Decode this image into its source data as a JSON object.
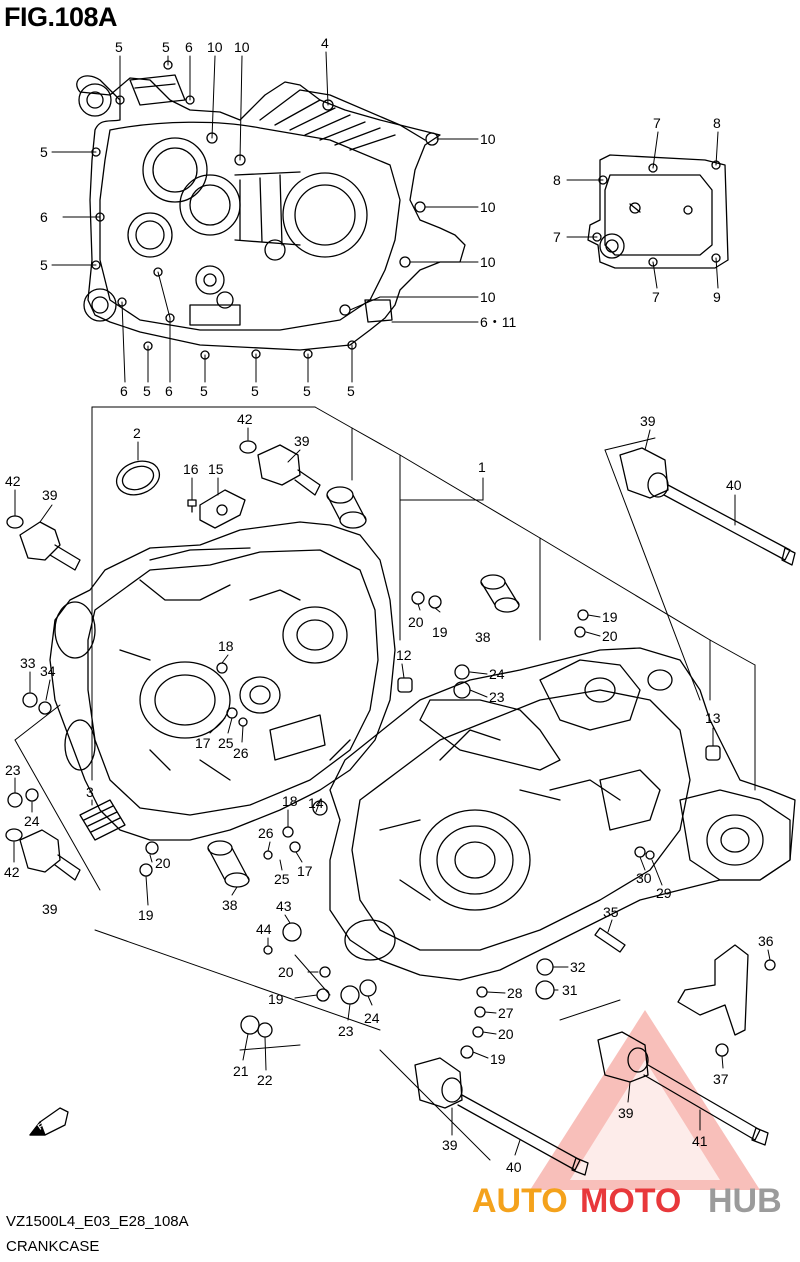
{
  "figure": {
    "title": "FIG.108A",
    "code": "VZ1500L4_E03_E28_108A",
    "name": "CRANKCASE"
  },
  "direction_marker": {
    "label": "FWD",
    "icon": "forward-arrow-icon"
  },
  "watermark": {
    "text_left": "AUTO",
    "text_mid": "MOTO",
    "text_right": "HUB",
    "color_orange": "#f4a21c",
    "color_red": "#e8383b",
    "color_gray": "#9b9b9b"
  },
  "top_callouts": [
    {
      "id": "c5a",
      "label": "5"
    },
    {
      "id": "c5b",
      "label": "5"
    },
    {
      "id": "c6a",
      "label": "6"
    },
    {
      "id": "c10a",
      "label": "10"
    },
    {
      "id": "c10b",
      "label": "10"
    },
    {
      "id": "c4",
      "label": "4"
    },
    {
      "id": "c5c",
      "label": "5"
    },
    {
      "id": "c6b",
      "label": "6"
    },
    {
      "id": "c5d",
      "label": "5"
    },
    {
      "id": "c10c",
      "label": "10"
    },
    {
      "id": "c10d",
      "label": "10"
    },
    {
      "id": "c10e",
      "label": "10"
    },
    {
      "id": "c10f",
      "label": "10"
    },
    {
      "id": "c611",
      "label": "6・11"
    },
    {
      "id": "c6c",
      "label": "6"
    },
    {
      "id": "c5e",
      "label": "5"
    },
    {
      "id": "c6d",
      "label": "6"
    },
    {
      "id": "c5f",
      "label": "5"
    },
    {
      "id": "c5g",
      "label": "5"
    },
    {
      "id": "c5h",
      "label": "5"
    },
    {
      "id": "c5i",
      "label": "5"
    }
  ],
  "cover_callouts": [
    {
      "id": "c7a",
      "label": "7"
    },
    {
      "id": "c8a",
      "label": "8"
    },
    {
      "id": "c8b",
      "label": "8"
    },
    {
      "id": "c7b",
      "label": "7"
    },
    {
      "id": "c7c",
      "label": "7"
    },
    {
      "id": "c9",
      "label": "9"
    }
  ],
  "main_callouts": [
    {
      "id": "m2",
      "label": "2"
    },
    {
      "id": "m42a",
      "label": "42"
    },
    {
      "id": "m39a",
      "label": "39"
    },
    {
      "id": "m1",
      "label": "1"
    },
    {
      "id": "m39b",
      "label": "39"
    },
    {
      "id": "m16",
      "label": "16"
    },
    {
      "id": "m15",
      "label": "15"
    },
    {
      "id": "m42b",
      "label": "42"
    },
    {
      "id": "m39c",
      "label": "39"
    },
    {
      "id": "m40a",
      "label": "40"
    },
    {
      "id": "m20a",
      "label": "20"
    },
    {
      "id": "m19a",
      "label": "19"
    },
    {
      "id": "m19b",
      "label": "19"
    },
    {
      "id": "m20b",
      "label": "20"
    },
    {
      "id": "m38a",
      "label": "38"
    },
    {
      "id": "m33",
      "label": "33"
    },
    {
      "id": "m34",
      "label": "34"
    },
    {
      "id": "m18a",
      "label": "18"
    },
    {
      "id": "m12",
      "label": "12"
    },
    {
      "id": "m24a",
      "label": "24"
    },
    {
      "id": "m23a",
      "label": "23"
    },
    {
      "id": "m13",
      "label": "13"
    },
    {
      "id": "m17a",
      "label": "17"
    },
    {
      "id": "m25a",
      "label": "25"
    },
    {
      "id": "m26a",
      "label": "26"
    },
    {
      "id": "m23b",
      "label": "23"
    },
    {
      "id": "m24b",
      "label": "24"
    },
    {
      "id": "m3",
      "label": "3"
    },
    {
      "id": "m18b",
      "label": "18"
    },
    {
      "id": "m14",
      "label": "14"
    },
    {
      "id": "m26b",
      "label": "26"
    },
    {
      "id": "m17b",
      "label": "17"
    },
    {
      "id": "m25b",
      "label": "25"
    },
    {
      "id": "m42c",
      "label": "42"
    },
    {
      "id": "m20c",
      "label": "20"
    },
    {
      "id": "m39d",
      "label": "39"
    },
    {
      "id": "m19c",
      "label": "19"
    },
    {
      "id": "m38b",
      "label": "38"
    },
    {
      "id": "m30",
      "label": "30"
    },
    {
      "id": "m29",
      "label": "29"
    },
    {
      "id": "m43",
      "label": "43"
    },
    {
      "id": "m44",
      "label": "44"
    },
    {
      "id": "m35",
      "label": "35"
    },
    {
      "id": "m36",
      "label": "36"
    },
    {
      "id": "m20d",
      "label": "20"
    },
    {
      "id": "m32",
      "label": "32"
    },
    {
      "id": "m28",
      "label": "28"
    },
    {
      "id": "m31",
      "label": "31"
    },
    {
      "id": "m19d",
      "label": "19"
    },
    {
      "id": "m27",
      "label": "27"
    },
    {
      "id": "m23c",
      "label": "23"
    },
    {
      "id": "m24c",
      "label": "24"
    },
    {
      "id": "m20e",
      "label": "20"
    },
    {
      "id": "m19e",
      "label": "19"
    },
    {
      "id": "m21",
      "label": "21"
    },
    {
      "id": "m22",
      "label": "22"
    },
    {
      "id": "m37",
      "label": "37"
    },
    {
      "id": "m39e",
      "label": "39"
    },
    {
      "id": "m41",
      "label": "41"
    },
    {
      "id": "m39f",
      "label": "39"
    },
    {
      "id": "m40b",
      "label": "40"
    }
  ]
}
